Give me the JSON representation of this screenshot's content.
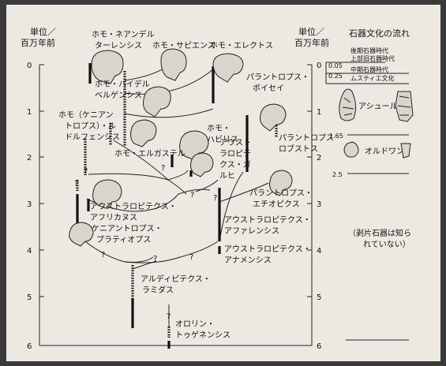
{
  "left_axis": {
    "header_line1": "単位／",
    "header_line2": "百万年前",
    "ticks": [
      "0",
      "1",
      "2",
      "3",
      "4",
      "5",
      "6"
    ]
  },
  "right_axis": {
    "header_line1": "単位／",
    "header_line2": "百万年前",
    "ticks": [
      "0",
      "1",
      "2",
      "3",
      "4",
      "5",
      "6"
    ]
  },
  "culture": {
    "title": "石器文化の流れ",
    "values": [
      "0.05",
      "0.25",
      "1.65",
      "2.5"
    ],
    "periods": [
      {
        "line1": "後期石器時代",
        "line2": "上部旧石器時代"
      },
      {
        "line1": "中期石器時代",
        "line2": "ムスティエ文化"
      }
    ],
    "acheulean": "アシュール",
    "oldowan": "オルドワン",
    "note_line1": "（剥片石器は知ら",
    "note_line2": "れていない）"
  },
  "species": {
    "neanderthal": [
      "ホモ・ネアンデル",
      "ターレンシス"
    ],
    "sapiens": "ホモ・サピエンス",
    "erectus": "ホモ・エレクトス",
    "heidelbergensis": [
      "ホモ・ハイデル",
      "ベルゲンシス"
    ],
    "rudolfensis": [
      "ホモ（ケニアン",
      "トロプス）・ル",
      "ドルフェンシス"
    ],
    "ergaster": "ホモ・エルガステル",
    "habilis": [
      "ホモ・",
      "ハビリス"
    ],
    "boisei": [
      "パラントロプス・",
      "ボイセイ"
    ],
    "robustus": [
      "パラントロプス",
      "ロブストス"
    ],
    "garhi": [
      "アウスト",
      "ラロピテ",
      "クス・ガ",
      "ルヒ"
    ],
    "aethiopicus": [
      "パラントロプス・",
      "エチオピクス"
    ],
    "africanus": [
      "アウストラロピテクス・",
      "アフリカヌス"
    ],
    "platyops": [
      "ケニアントロプス・",
      "プラティオプス"
    ],
    "afarensis": [
      "アウストラロピテクス・",
      "アファレンシス"
    ],
    "anamensis": [
      "アウストラロピテクス・",
      "アナメンシス"
    ],
    "ramidus": [
      "アルディピテクス・",
      "ラミダス"
    ],
    "tugenensis": [
      "オロリン・",
      "トゥゲネンシス"
    ]
  },
  "question_mark": "?"
}
